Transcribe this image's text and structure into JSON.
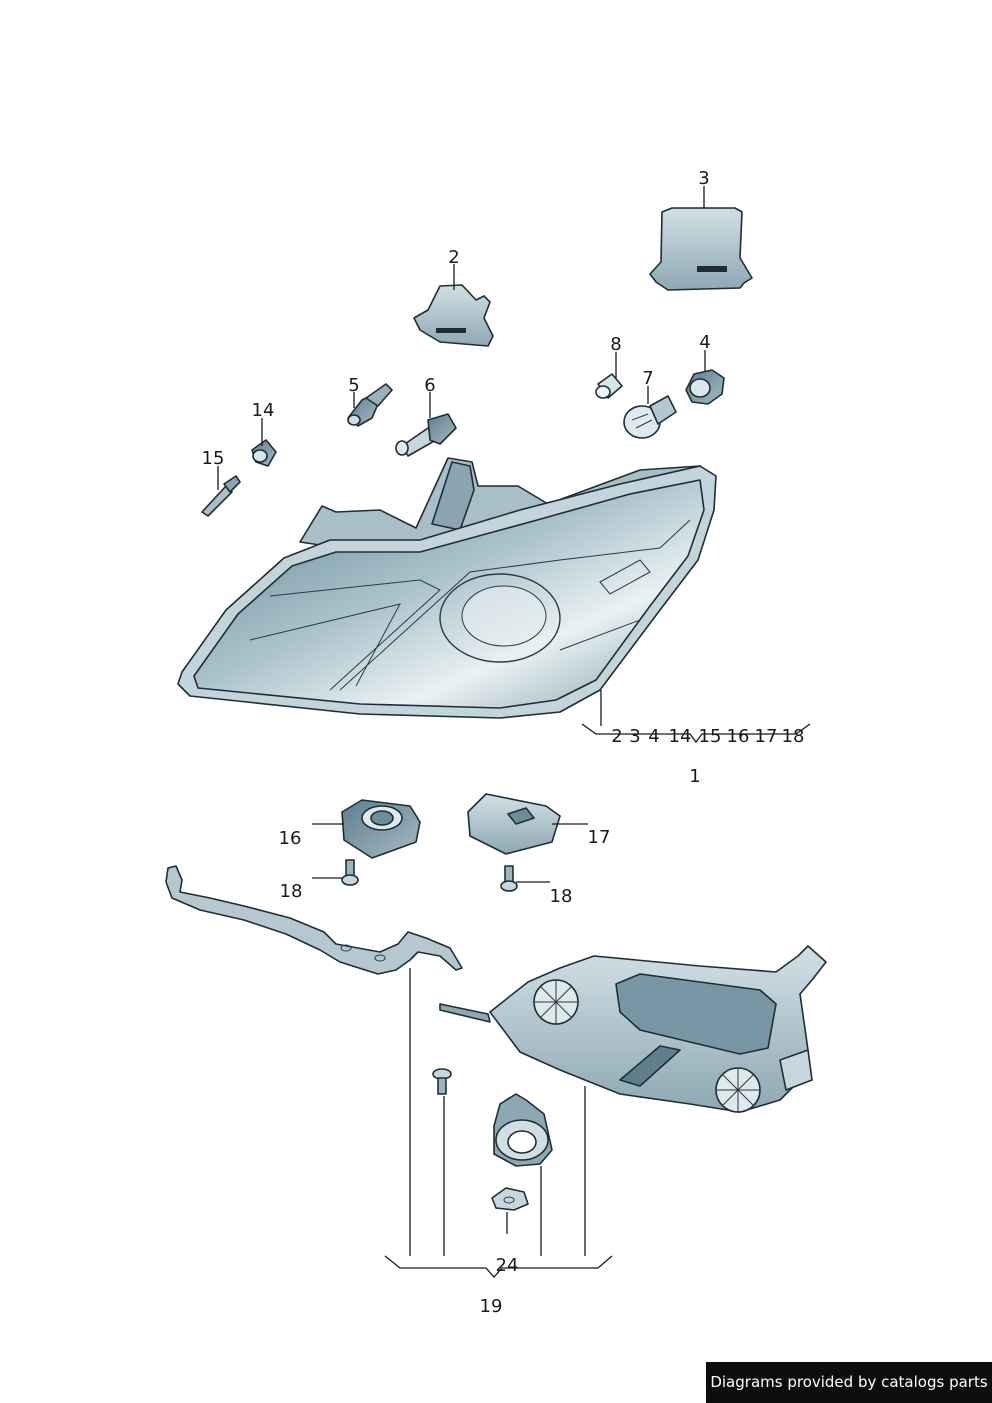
{
  "callouts": {
    "c1": "1",
    "c2": "2",
    "c3": "3",
    "c4": "4",
    "c5": "5",
    "c6": "6",
    "c7": "7",
    "c8": "8",
    "c14": "14",
    "c15": "15",
    "c16": "16",
    "c17": "17",
    "c18a": "18",
    "c18b": "18",
    "c19": "19",
    "c24": "24",
    "group1": [
      "2",
      "3",
      "4",
      "14",
      "15",
      "16",
      "17",
      "18"
    ]
  },
  "credit": "Diagrams provided by catalogs parts",
  "colors": {
    "part_fill": "#b9ccd4",
    "part_dark": "#7f99a5",
    "outline": "#1f2e36",
    "credit_bg": "#0d0d0d"
  }
}
